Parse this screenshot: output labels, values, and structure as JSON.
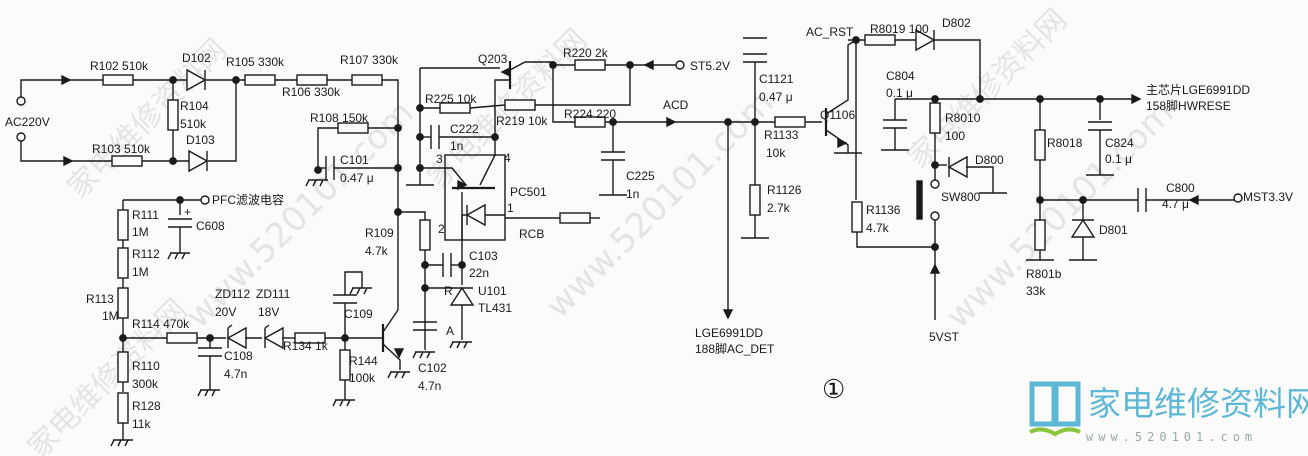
{
  "labels": {
    "ac220v": "AC220V",
    "r102": "R102  510k",
    "r103": "R103  510k",
    "d102": "D102",
    "d103": "D103",
    "r104_ref": "R104",
    "r104_val": "510k",
    "r105": "R105  330k",
    "r106": "R106  330k",
    "r107": "R107  330k",
    "r108": "R108  150k",
    "c101_ref": "C101",
    "c101_val": "0.47 μ",
    "pfc": "PFC滤波电容",
    "c608": "C608",
    "r111_ref": "R111",
    "r111_val": "1M",
    "r112_ref": "R112",
    "r112_val": "1M",
    "r113_ref": "R113",
    "r113_val": "1M",
    "r114": "R114  470k",
    "r110_ref": "R110",
    "r110_val": "300k",
    "r128_ref": "R128",
    "r128_val": "11k",
    "zd112_ref": "ZD112",
    "zd112_val": "20V",
    "zd111_ref": "ZD111",
    "zd111_val": "18V",
    "c108_ref": "C108",
    "c108_val": "4.7n",
    "r134": "R134  1k",
    "c109": "C109",
    "r144_ref": "R144",
    "r144_val": "100k",
    "r109_ref": "R109",
    "r109_val": "4.7k",
    "c102_ref": "C102",
    "c102_val": "4.7n",
    "c103_ref": "C103",
    "c103_val": "22n",
    "u101_ref": "U101",
    "u101_val": "TL431",
    "pin_r": "R",
    "pin_a": "A",
    "q203": "Q203",
    "r225": "R225  10k",
    "r219": "R219  10k",
    "r220": "R220  2k",
    "st52v": "ST5.2V",
    "r224": "R224  220",
    "c222_ref": "C222",
    "c222_val": "1n",
    "c225_ref": "C225",
    "c225_val": "1n",
    "pc501": "PC501",
    "pin3": "3",
    "pin4": "4",
    "pin2": "2",
    "pin1": "1",
    "rcb": "RCB",
    "acd": "ACD",
    "c1121_ref": "C1121",
    "c1121_val": "0.47 μ",
    "r1133_ref": "R1133",
    "r1133_val": "10k",
    "r1126_ref": "R1126",
    "r1126_val": "2.7k",
    "ac_det_1": "LGE6991DD",
    "ac_det_2": "188脚AC_DET",
    "q1106": "Q1106",
    "ac_rst": "AC_RST",
    "r8019": "R8019  100",
    "d802": "D802",
    "c804_ref": "C804",
    "c804_val": "0.1 μ",
    "r8010_ref": "R8010",
    "r8010_val": "100",
    "d800": "D800",
    "sw800": "SW800",
    "r1136_ref": "R1136",
    "r1136_val": "4.7k",
    "vst5": "5VST",
    "hwreset_1": "主芯片LGE6991DD",
    "hwreset_2": "158脚HWRESE",
    "r8018": "R8018",
    "c824_ref": "C824",
    "c824_val": "0.1 μ",
    "c800_ref": "C800",
    "c800_val": "4.7 μ",
    "mst33v": "MST3.3V",
    "d801": "D801",
    "r801b_ref": "R801b",
    "r801b_val": "33k",
    "figure_number": "①"
  },
  "watermark": {
    "site_name": "家电维修资料网",
    "url": "www.520101.com"
  },
  "colors": {
    "ink": "#1a1a1a",
    "logo_blue": "#5eb7d6",
    "logo_green": "#8cc63f",
    "logo_red": "#e04a4a"
  }
}
